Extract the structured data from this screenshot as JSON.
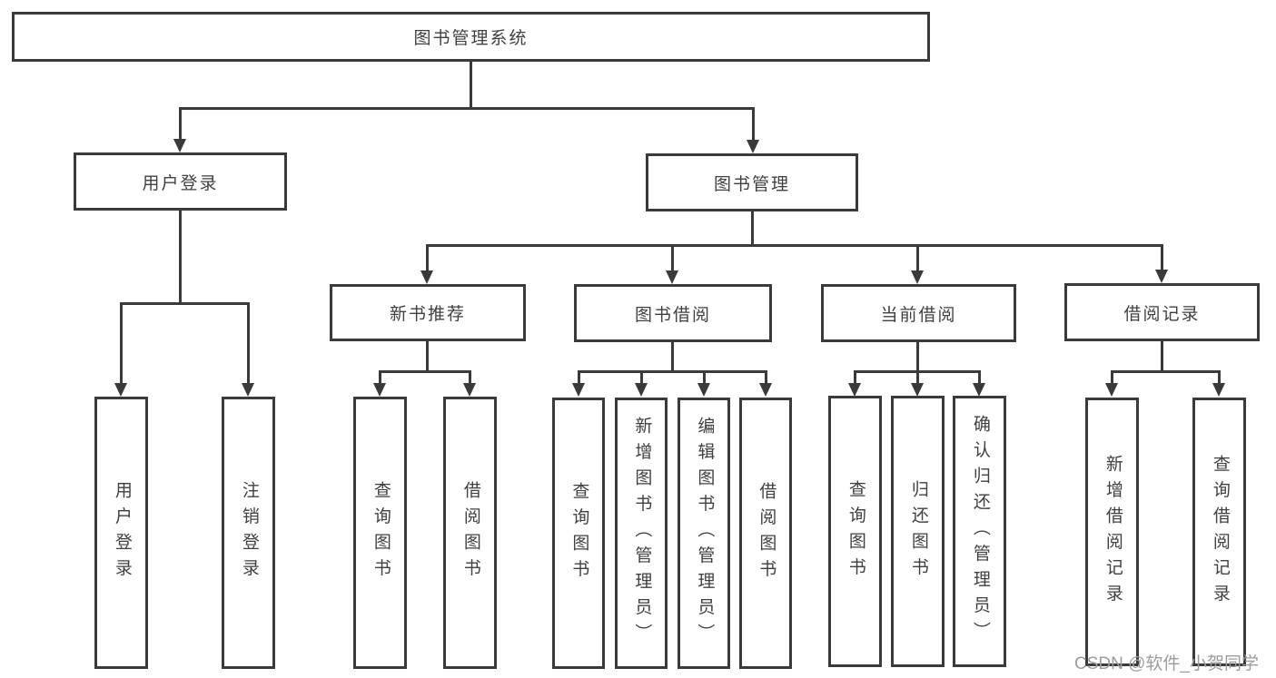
{
  "diagram": {
    "root": {
      "label": "图书管理系统"
    },
    "level2": [
      {
        "label": "用户登录"
      },
      {
        "label": "图书管理"
      }
    ],
    "level3": [
      {
        "label": "新书推荐"
      },
      {
        "label": "图书借阅"
      },
      {
        "label": "当前借阅"
      },
      {
        "label": "借阅记录"
      }
    ],
    "leaves": {
      "user_login": [
        "用户登录",
        "注销登录"
      ],
      "new_books": [
        "查询图书",
        "借阅图书"
      ],
      "book_borrow": [
        "查询图书",
        "新增图书（管理员）",
        "编辑图书（管理员）",
        "借阅图书"
      ],
      "current_borrow": [
        "查询图书",
        "归还图书",
        "确认归还（管理员）"
      ],
      "borrow_records": [
        "新增借阅记录",
        "查询借阅记录"
      ]
    }
  },
  "watermark": {
    "text": "CSDN @软件_小贺同学"
  },
  "colors": {
    "line": "#3a3a3a",
    "border": "#3a3a3a",
    "text": "#404040",
    "background": "#ffffff",
    "watermark": "#9c9c9c"
  }
}
